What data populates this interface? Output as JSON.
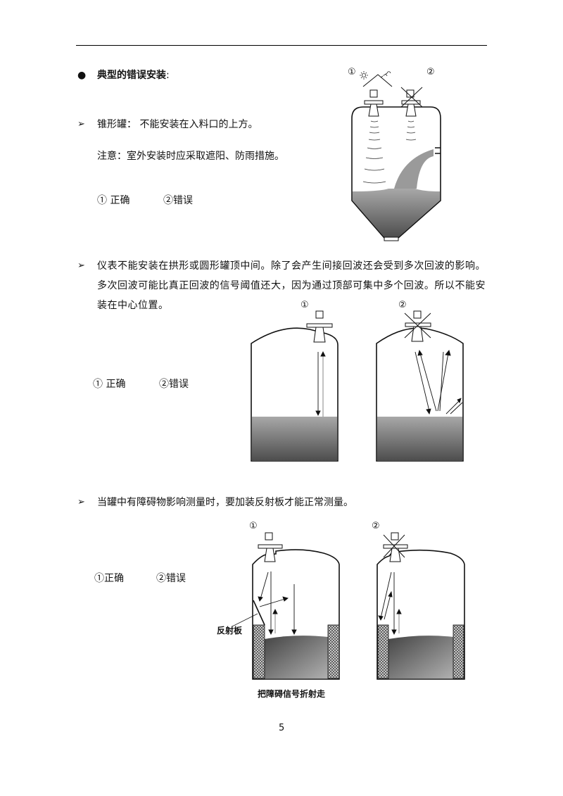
{
  "page": {
    "number": "5"
  },
  "section": {
    "bullet_icon": "filled-circle-bullet",
    "heading": "典型的错误安装",
    "heading_suffix": ":"
  },
  "items": [
    {
      "marker_icon": "arrowhead-bullet",
      "text": "锥形罐：  不能安装在入料口的上方。",
      "note": "注意：室外安装时应采取遮阳、防雨措施。",
      "legend_correct": "① 正确",
      "legend_wrong": "②错误",
      "figure": {
        "label_1": "①",
        "label_2": "②",
        "icons": [
          "sun-icon",
          "rain-icon",
          "roof-shelter-icon",
          "cross-out-icon"
        ]
      }
    },
    {
      "marker_icon": "arrowhead-bullet",
      "text": "仪表不能安装在拱形或圆形罐顶中间。除了会产生间接回波还会受到多次回波的影响。多次回波可能比真正回波的信号阈值还大，因为通过顶部可集中多个回波。所以不能安装在中心位置。",
      "legend_correct": "①  正确",
      "legend_wrong": "②错误",
      "figure": {
        "label_1": "①",
        "label_2": "②"
      }
    },
    {
      "marker_icon": "arrowhead-bullet",
      "text": "当罐中有障碍物影响测量时，要加装反射板才能正常测量。",
      "legend_correct": "①正确",
      "legend_wrong": "②错误",
      "figure": {
        "label_1": "①",
        "label_2": "②",
        "reflector_label": "反射板",
        "caption": "把障碍信号折射走"
      }
    }
  ],
  "colors": {
    "rule": "#000000",
    "liquid_light": "#a8a8a8",
    "liquid_dark": "#5a5a5a",
    "outline": "#111111"
  }
}
